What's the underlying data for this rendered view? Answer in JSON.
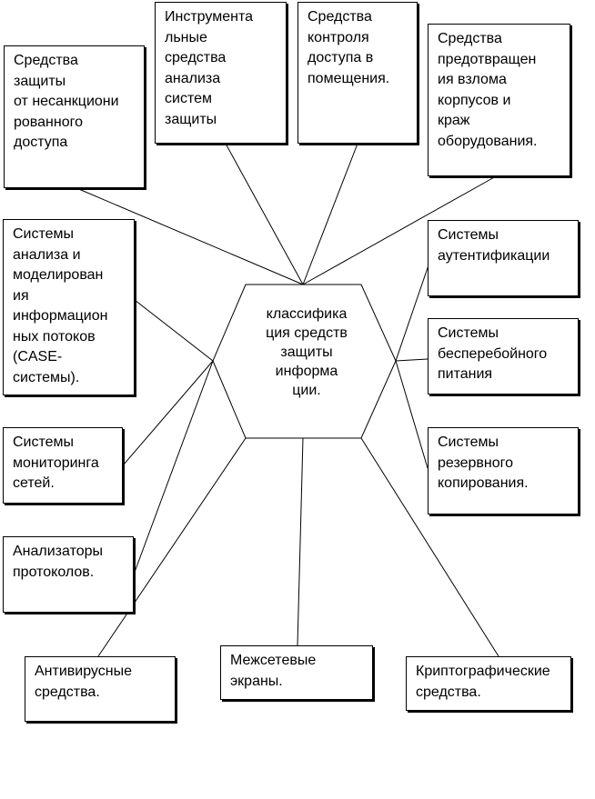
{
  "diagram": {
    "center": {
      "label": "классифика\nция средств\nзащиты\nинформа\nции."
    },
    "nodes": [
      {
        "id": "unauthorized-access",
        "label": "Средства\nзащиты\nот несанкциони\nрованного\nдоступа"
      },
      {
        "id": "instrumental-analysis",
        "label": "Инструмента\nльные\nсредства\nанализа\nсистем\nзащиты"
      },
      {
        "id": "access-control",
        "label": "Средства\nконтроля\nдоступа в\nпомещения."
      },
      {
        "id": "break-in-prevention",
        "label": "Средства\nпредотвращен\nия взлома\nкорпусов и\nкраж\nоборудования."
      },
      {
        "id": "case-systems",
        "label": "Системы\nанализа  и\nмоделирован\nия\nинформацион\nных потоков\n(CASE-\nсистемы)."
      },
      {
        "id": "authentication",
        "label": "Системы\nаутентификации"
      },
      {
        "id": "ups",
        "label": "Системы\nбесперебойного\nпитания"
      },
      {
        "id": "network-monitoring",
        "label": "Системы\nмониторинга\nсетей."
      },
      {
        "id": "backup",
        "label": "Системы\nрезервного\nкопирования."
      },
      {
        "id": "protocol-analyzers",
        "label": "Анализаторы\nпротоколов."
      },
      {
        "id": "antivirus",
        "label": "Антивирусные\nсредства."
      },
      {
        "id": "firewalls",
        "label": "Межсетевые\nэкраны."
      },
      {
        "id": "crypto",
        "label": "Криптографические\nсредства."
      }
    ]
  }
}
